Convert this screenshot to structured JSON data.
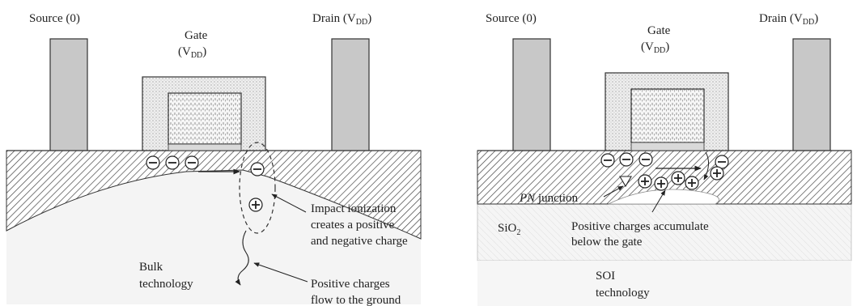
{
  "left_panel": {
    "source_label": "Source (0)",
    "gate_label_line1": "Gate",
    "gate_label_line2": "(V",
    "gate_label_sub": "DD",
    "gate_label_close": ")",
    "drain_label": "Drain (V",
    "drain_label_sub": "DD",
    "drain_label_close": ")",
    "impact_line1": "Impact ionization",
    "impact_line2": "creates a positive",
    "impact_line3": "and negative charge",
    "bulk_line1": "Bulk",
    "bulk_line2": "technology",
    "flow_line1": "Positive charges",
    "flow_line2": "flow to the ground"
  },
  "right_panel": {
    "source_label": "Source (0)",
    "gate_label_line1": "Gate",
    "gate_label_line2": "(V",
    "gate_label_sub": "DD",
    "gate_label_close": ")",
    "drain_label": "Drain (V",
    "drain_label_sub": "DD",
    "drain_label_close": ")",
    "pn_italic": "PN",
    "pn_rest": " junction",
    "sio2_main": "SiO",
    "sio2_sub": "2",
    "accumulate_line1": "Positive charges accumulate",
    "accumulate_line2": "below the gate",
    "soi_line1": "SOI",
    "soi_line2": "technology"
  },
  "symbols": {
    "negative": "−",
    "positive": "+"
  }
}
